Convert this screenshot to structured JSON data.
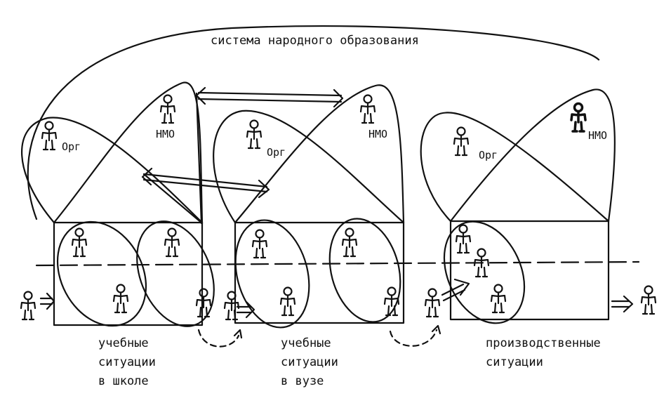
{
  "title": "система народного образования",
  "blocks": [
    {
      "org": "Орг",
      "nmo": "НМО",
      "caption": [
        "учебные",
        "ситуации",
        "в школе"
      ]
    },
    {
      "org": "Орг",
      "nmo": "НМО",
      "caption": [
        "учебные",
        "ситуации",
        "в вузе"
      ]
    },
    {
      "org": "Орг",
      "nmo": "НМО",
      "caption": [
        "производственные",
        "ситуации"
      ]
    }
  ]
}
